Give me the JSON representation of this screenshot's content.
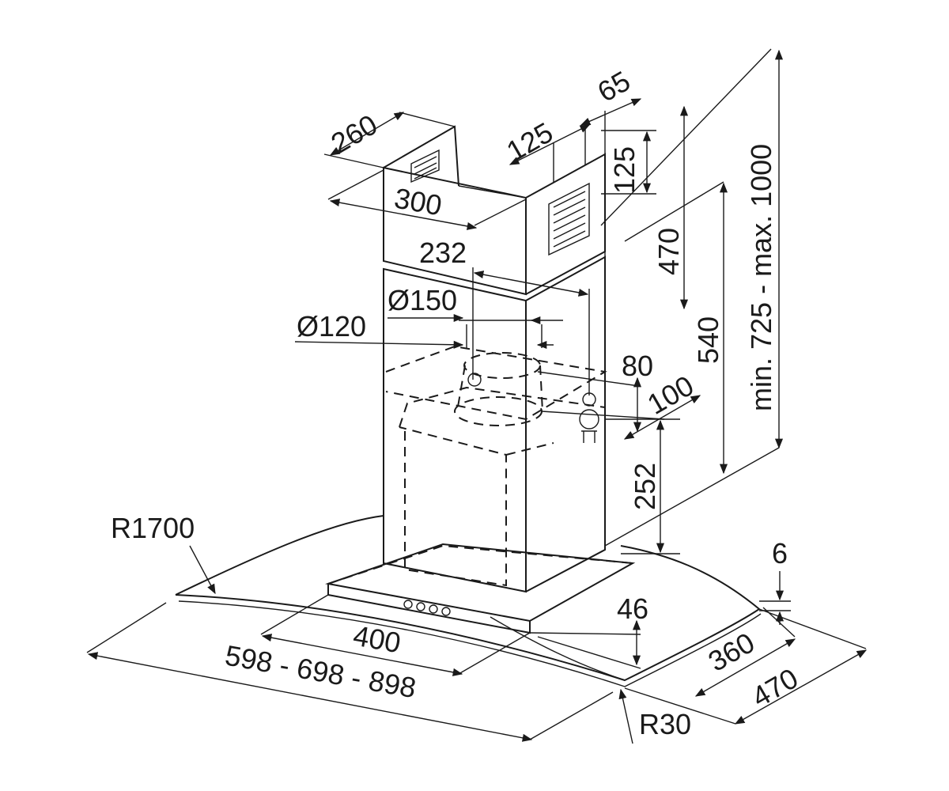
{
  "drawing": {
    "subject": "chimney cooker hood with curved glass canopy",
    "dimensions": {
      "chimney_width": "260",
      "chimney_depth": "300",
      "bracket_width": "125",
      "bracket_offset": "65",
      "bracket_height": "125",
      "upper_height": "470",
      "outlet_spacing": "232",
      "outlet_diameter_large": "Ø150",
      "outlet_diameter_small": "Ø120",
      "plug_offset_80": "80",
      "plug_offset_100": "100",
      "lower_height": "540",
      "total_height": "min. 725 - max. 1000",
      "plug_height": "252",
      "glass_radius": "R1700",
      "glass_thickness": "6",
      "body_width": "400",
      "front_height": "46",
      "depth_inner": "360",
      "depth_outer": "470",
      "hood_width": "598 - 698 - 898",
      "corner_radius": "R30"
    }
  }
}
